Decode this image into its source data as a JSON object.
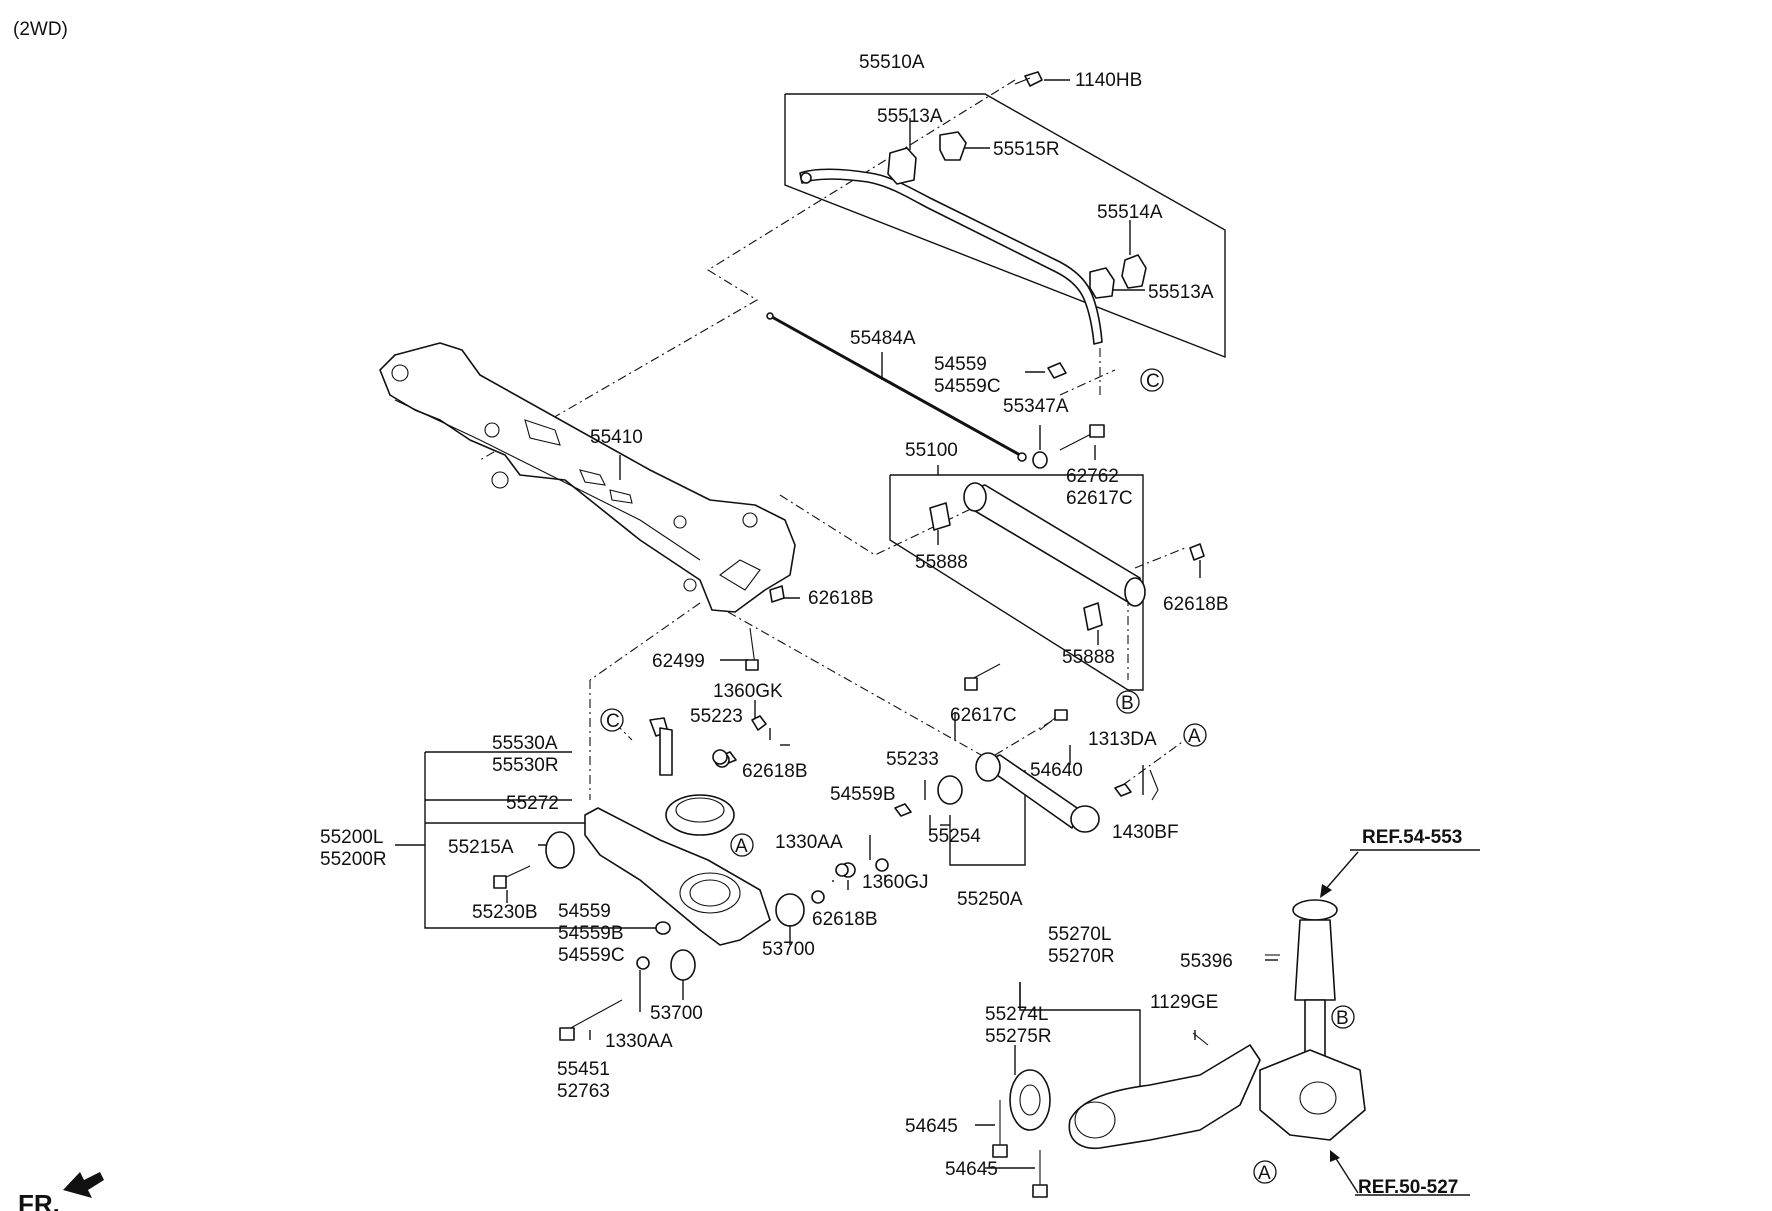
{
  "variant": "(2WD)",
  "footer": {
    "direction": "FR."
  },
  "callouts": {
    "c55510A": "55510A",
    "c1140HB": "1140HB",
    "c55513A_top": "55513A",
    "c55515R": "55515R",
    "c55514A": "55514A",
    "c55513A_right": "55513A",
    "c55484A": "55484A",
    "c54559": "54559",
    "c54559C": "54559C",
    "c55347A": "55347A",
    "c62762": "62762",
    "c62617C_top": "62617C",
    "c55410": "55410",
    "c55100": "55100",
    "c55888_a": "55888",
    "c55888_b": "55888",
    "c62618B_frame": "62618B",
    "c62618B_right": "62618B",
    "c62499": "62499",
    "c62617C_bot": "62617C",
    "c1360GK": "1360GK",
    "c55223": "55223",
    "c55530A": "55530A",
    "c55530R": "55530R",
    "c62618B_mid": "62618B",
    "c55272": "55272",
    "c55233": "55233",
    "c54640": "54640",
    "c1313DA": "1313DA",
    "c55200L": "55200L",
    "c55200R": "55200R",
    "c55215A": "55215A",
    "c54559B_mid": "54559B",
    "c55254": "55254",
    "c1430BF": "1430BF",
    "c1330AA_a": "1330AA",
    "c1360GJ": "1360GJ",
    "c55230B": "55230B",
    "c54559_b": "54559",
    "c54559B_b": "54559B",
    "c54559C_b": "54559C",
    "c62618B_low": "62618B",
    "c55250A": "55250A",
    "c53700_a": "53700",
    "c53700_b": "53700",
    "c1330AA_b": "1330AA",
    "c55451": "55451",
    "c52763": "52763",
    "c55270L": "55270L",
    "c55270R": "55270R",
    "c55396": "55396",
    "c1129GE": "1129GE",
    "c55274L": "55274L",
    "c55275R": "55275R",
    "c54645_a": "54645",
    "c54645_b": "54645"
  },
  "references": {
    "ref_strut": "REF.54-553",
    "ref_knuckle": "REF.50-527"
  },
  "markers": {
    "A": "A",
    "B": "B",
    "C": "C"
  }
}
